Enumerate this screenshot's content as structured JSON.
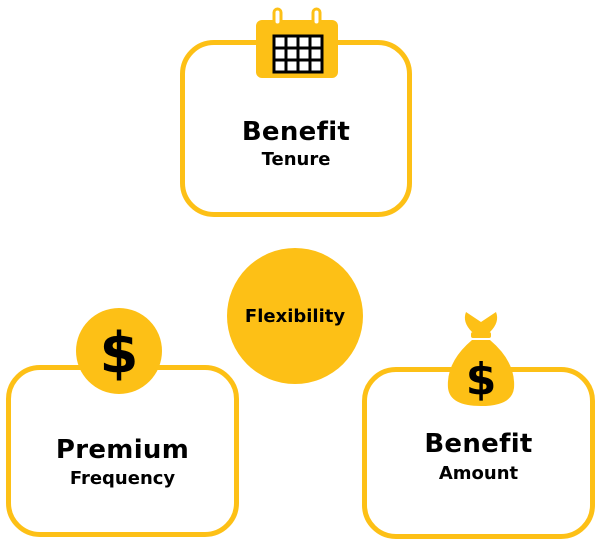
{
  "center": {
    "label": "Flexibility"
  },
  "cards": {
    "tenure": {
      "title": "Benefit",
      "subtitle": "Tenure",
      "icon": "calendar-icon"
    },
    "premium": {
      "title": "Premium",
      "subtitle": "Frequency",
      "icon": "dollar-coin-icon"
    },
    "amount": {
      "title": "Benefit",
      "subtitle": "Amount",
      "icon": "money-bag-icon"
    }
  },
  "colors": {
    "accent": "#FDC016",
    "text": "#000000",
    "background": "#FFFFFF"
  }
}
